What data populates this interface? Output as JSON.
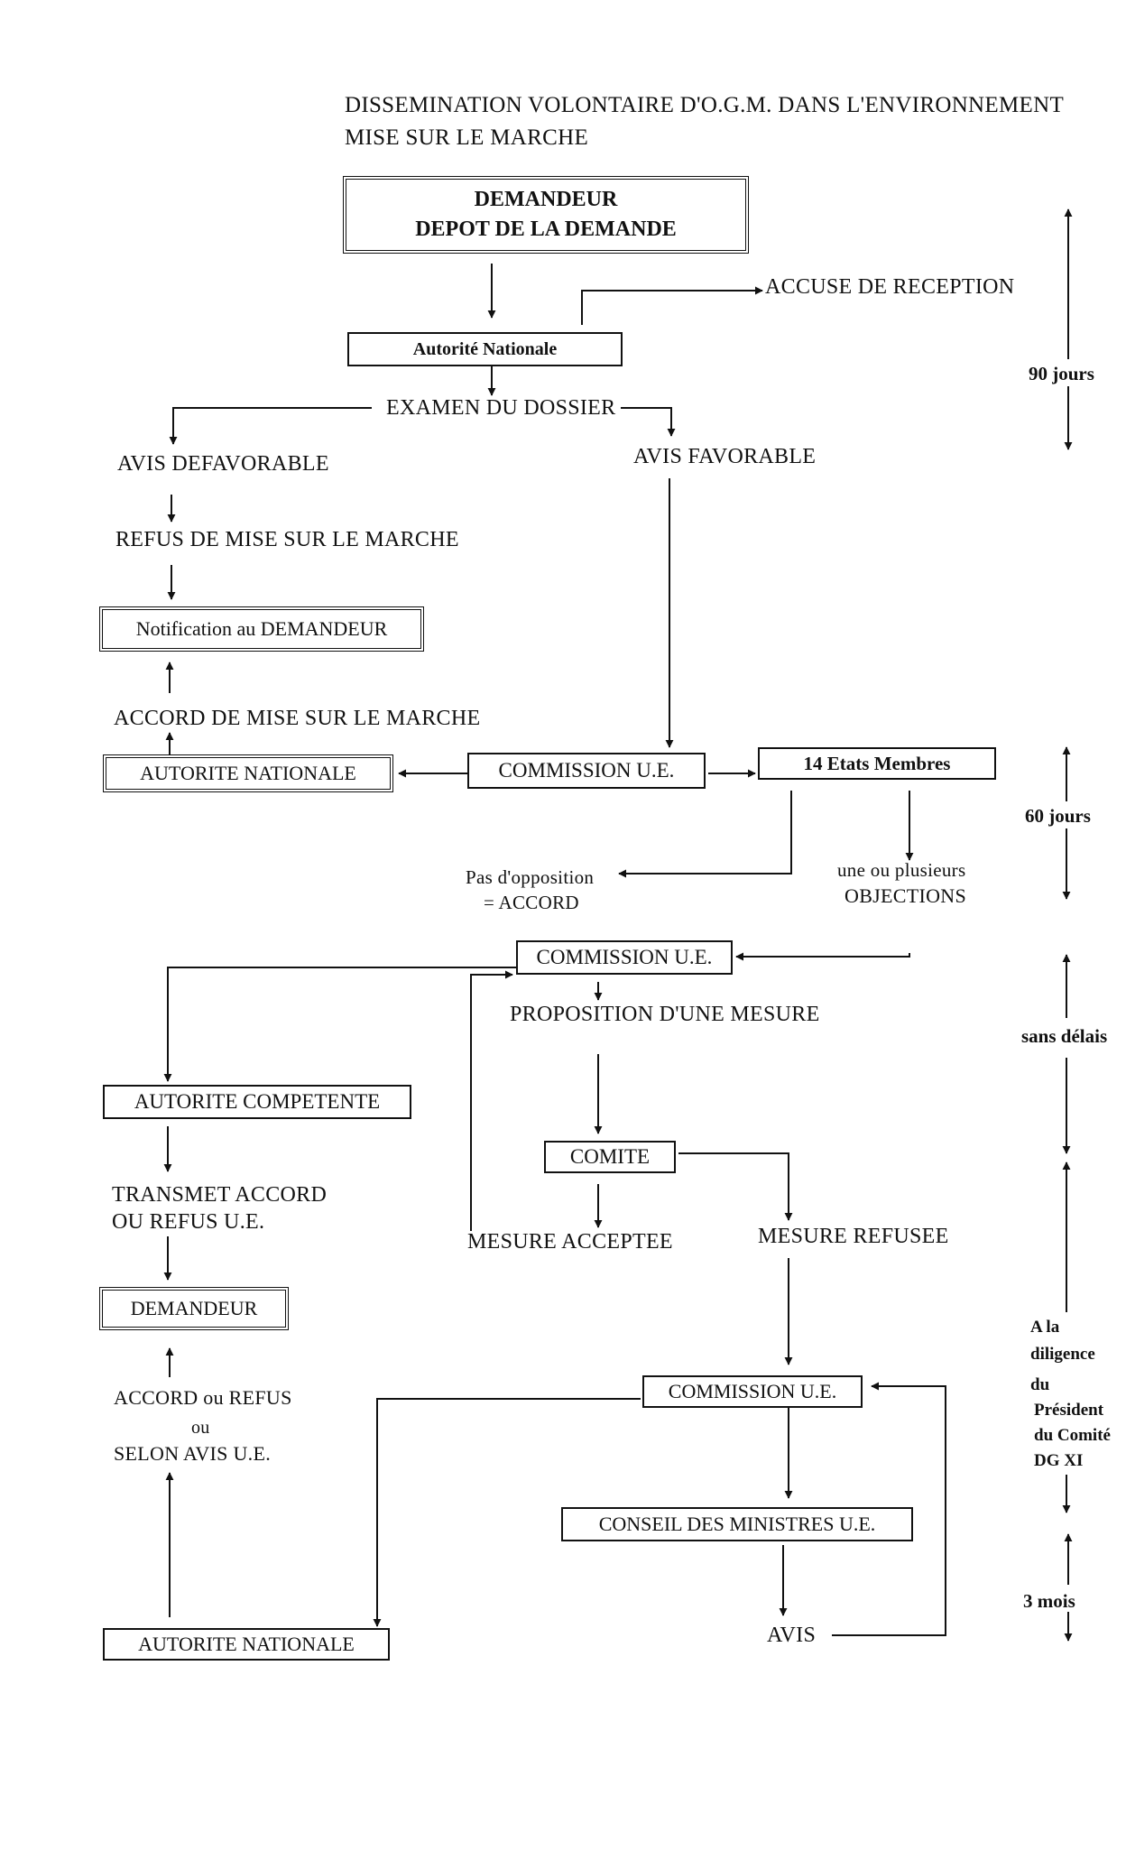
{
  "header": {
    "line1": "DISSEMINATION VOLONTAIRE D'O.G.M. DANS L'ENVIRONNEMENT",
    "line2": "MISE SUR LE MARCHE"
  },
  "nodes": {
    "demandeur_top_1": "DEMANDEUR",
    "demandeur_top_2": "DEPOT DE LA DEMANDE",
    "accuse": "ACCUSE DE RECEPTION",
    "autorite_nationale_1": "Autorité Nationale",
    "examen": "EXAMEN DU DOSSIER",
    "avis_defavorable": "AVIS DEFAVORABLE",
    "avis_favorable": "AVIS FAVORABLE",
    "refus": "REFUS DE MISE SUR LE MARCHE",
    "notification": "Notification au DEMANDEUR",
    "accord_mise": "ACCORD DE MISE SUR LE MARCHE",
    "autorite_nationale_2": "AUTORITE NATIONALE",
    "commission_1": "COMMISSION U.E.",
    "etats_membres": "14 Etats Membres",
    "pas_opposition_1": "Pas d'opposition",
    "pas_opposition_2": "= ACCORD",
    "objections_1": "une ou plusieurs",
    "objections_2": "OBJECTIONS",
    "commission_2": "COMMISSION U.E.",
    "proposition": "PROPOSITION D'UNE MESURE",
    "autorite_competente": "AUTORITE COMPETENTE",
    "comite": "COMITE",
    "transmet_1": "TRANSMET ACCORD",
    "transmet_2": "OU REFUS U.E.",
    "mesure_acceptee": "MESURE ACCEPTEE",
    "mesure_refusee": "MESURE REFUSEE",
    "demandeur_bottom": "DEMANDEUR",
    "commission_3": "COMMISSION U.E.",
    "accord_refus_1": "ACCORD ou REFUS",
    "accord_refus_2": "ou",
    "accord_refus_3": "SELON AVIS U.E.",
    "conseil": "CONSEIL DES MINISTRES U.E.",
    "avis": "AVIS",
    "autorite_nationale_3": "AUTORITE NATIONALE"
  },
  "timeline": {
    "d90": "90 jours",
    "d60": "60 jours",
    "sans_delais": "sans délais",
    "diligence_1": "A la",
    "diligence_2": "diligence",
    "diligence_3": "du",
    "diligence_4": "Président",
    "diligence_5": "du Comité",
    "diligence_6": "DG XI",
    "mois": "3 mois"
  }
}
